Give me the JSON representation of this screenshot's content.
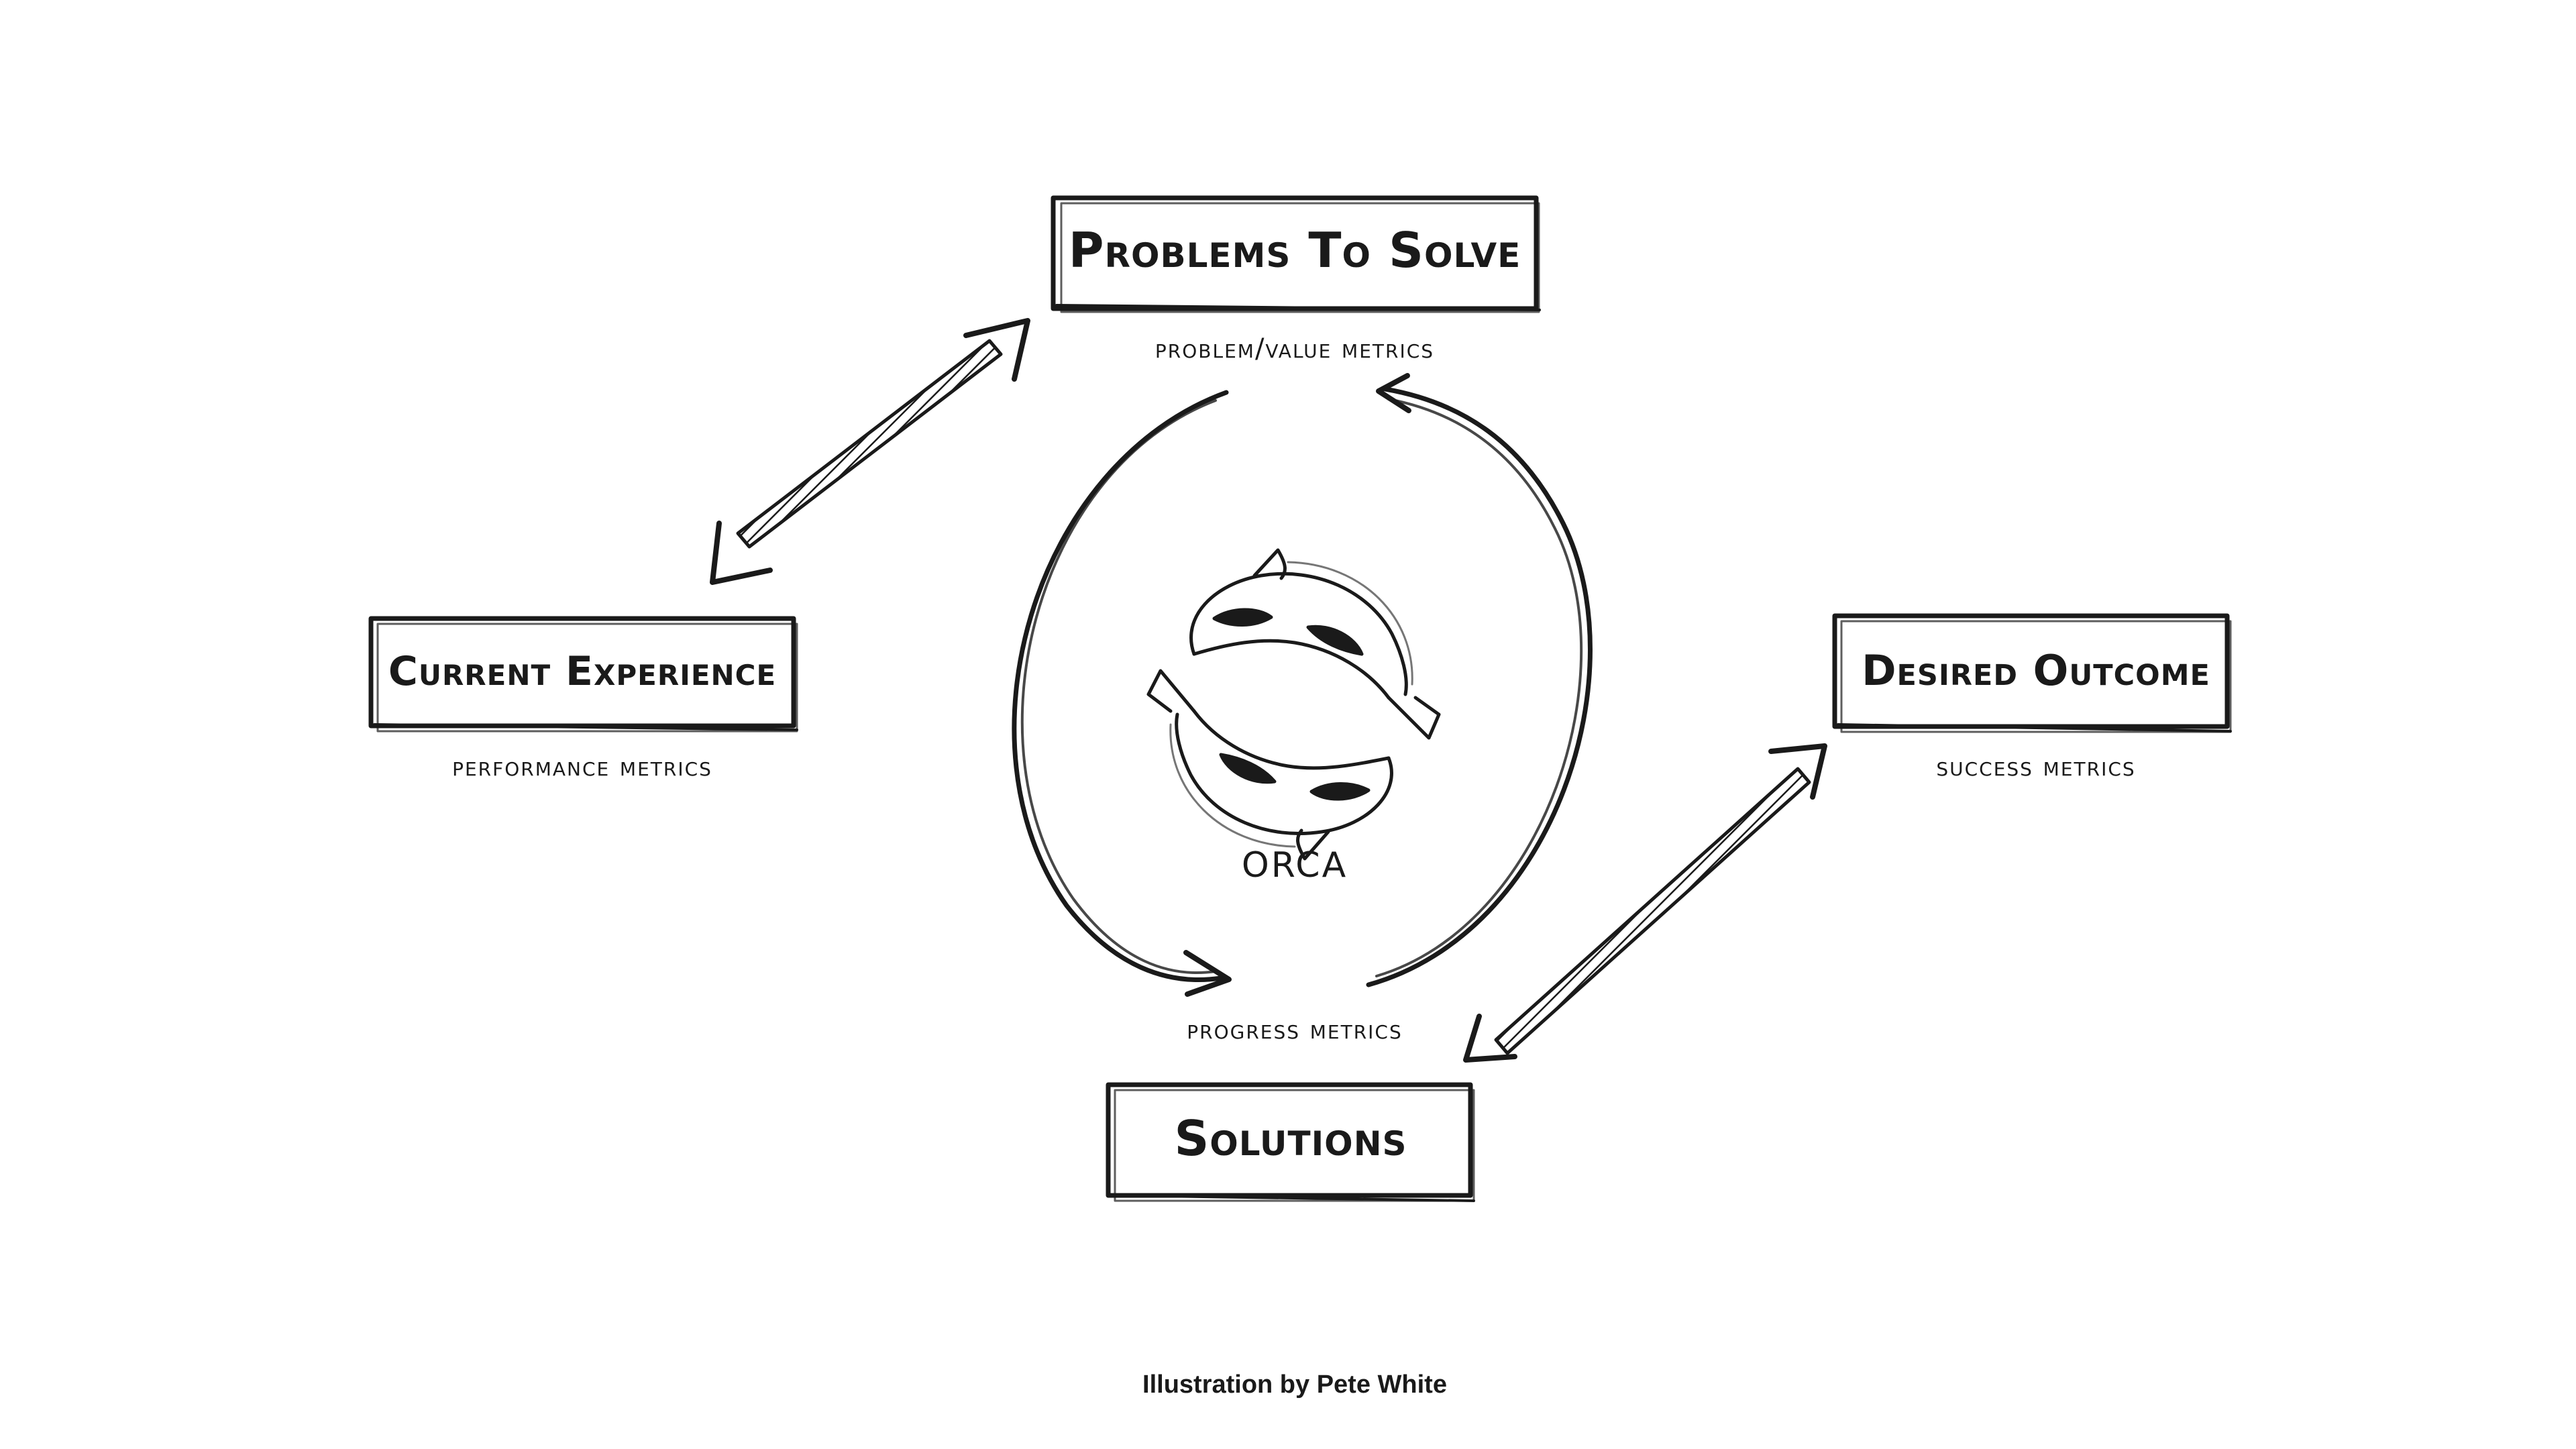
{
  "nodes": {
    "problems": {
      "title": "Problems To Solve",
      "metric": "problem/value metrics"
    },
    "current": {
      "title": "Current Experience",
      "metric": "performance metrics"
    },
    "desired": {
      "title": "Desired Outcome",
      "metric": "success metrics"
    },
    "solutions": {
      "title": "Solutions",
      "metric": "progress metrics"
    }
  },
  "center": {
    "label": "ORCA",
    "icon": "orca-pair-icon"
  },
  "credit": "Illustration by Pete White"
}
